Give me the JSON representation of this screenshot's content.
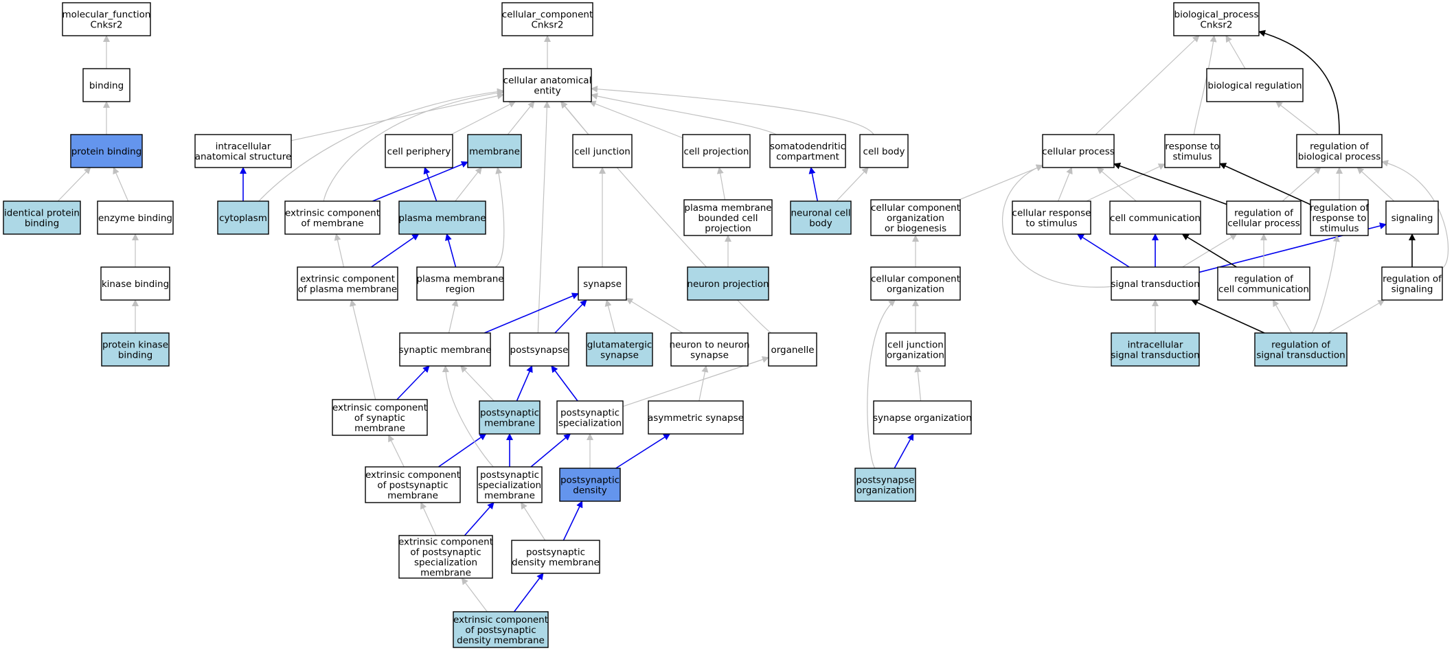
{
  "colors": {
    "white": "#ffffff",
    "light": "#add8e6",
    "dark": "#6495ed",
    "edge_gray": "#c0c0c0",
    "edge_blue": "#0000ee",
    "edge_black": "#000000"
  },
  "nodes": [
    {
      "id": "mf",
      "lines": [
        "molecular_function",
        "Cnksr2"
      ],
      "fill": "white"
    },
    {
      "id": "binding",
      "lines": [
        "binding"
      ],
      "fill": "white"
    },
    {
      "id": "protein_binding",
      "lines": [
        "protein binding"
      ],
      "fill": "dark"
    },
    {
      "id": "identical_protein_binding",
      "lines": [
        "identical protein",
        "binding"
      ],
      "fill": "light"
    },
    {
      "id": "enzyme_binding",
      "lines": [
        "enzyme binding"
      ],
      "fill": "white"
    },
    {
      "id": "kinase_binding",
      "lines": [
        "kinase binding"
      ],
      "fill": "white"
    },
    {
      "id": "protein_kinase_binding",
      "lines": [
        "protein kinase",
        "binding"
      ],
      "fill": "light"
    },
    {
      "id": "cc",
      "lines": [
        "cellular_component",
        "Cnksr2"
      ],
      "fill": "white"
    },
    {
      "id": "cae",
      "lines": [
        "cellular anatomical",
        "entity"
      ],
      "fill": "white"
    },
    {
      "id": "ias",
      "lines": [
        "intracellular",
        "anatomical structure"
      ],
      "fill": "white"
    },
    {
      "id": "cytoplasm",
      "lines": [
        "cytoplasm"
      ],
      "fill": "light"
    },
    {
      "id": "cell_periphery",
      "lines": [
        "cell periphery"
      ],
      "fill": "white"
    },
    {
      "id": "membrane",
      "lines": [
        "membrane"
      ],
      "fill": "light"
    },
    {
      "id": "cell_junction",
      "lines": [
        "cell junction"
      ],
      "fill": "white"
    },
    {
      "id": "cell_projection",
      "lines": [
        "cell projection"
      ],
      "fill": "white"
    },
    {
      "id": "somatodendritic",
      "lines": [
        "somatodendritic",
        "compartment"
      ],
      "fill": "white"
    },
    {
      "id": "cell_body",
      "lines": [
        "cell body"
      ],
      "fill": "white"
    },
    {
      "id": "ext_membrane",
      "lines": [
        "extrinsic component",
        "of membrane"
      ],
      "fill": "white"
    },
    {
      "id": "plasma_membrane",
      "lines": [
        "plasma membrane"
      ],
      "fill": "light"
    },
    {
      "id": "pm_bounded",
      "lines": [
        "plasma membrane",
        "bounded cell",
        "projection"
      ],
      "fill": "white"
    },
    {
      "id": "neuronal_cell_body",
      "lines": [
        "neuronal cell",
        "body"
      ],
      "fill": "light"
    },
    {
      "id": "ext_plasma_membrane",
      "lines": [
        "extrinsic component",
        "of plasma membrane"
      ],
      "fill": "white"
    },
    {
      "id": "pm_region",
      "lines": [
        "plasma membrane",
        "region"
      ],
      "fill": "white"
    },
    {
      "id": "synapse",
      "lines": [
        "synapse"
      ],
      "fill": "white"
    },
    {
      "id": "neuron_projection",
      "lines": [
        "neuron projection"
      ],
      "fill": "light"
    },
    {
      "id": "synaptic_membrane",
      "lines": [
        "synaptic membrane"
      ],
      "fill": "white"
    },
    {
      "id": "postsynapse",
      "lines": [
        "postsynapse"
      ],
      "fill": "white"
    },
    {
      "id": "glutamatergic",
      "lines": [
        "glutamatergic",
        "synapse"
      ],
      "fill": "light"
    },
    {
      "id": "n2n_synapse",
      "lines": [
        "neuron to neuron",
        "synapse"
      ],
      "fill": "white"
    },
    {
      "id": "organelle",
      "lines": [
        "organelle"
      ],
      "fill": "white"
    },
    {
      "id": "ext_synaptic",
      "lines": [
        "extrinsic component",
        "of synaptic",
        "membrane"
      ],
      "fill": "white"
    },
    {
      "id": "postsyn_membrane",
      "lines": [
        "postsynaptic",
        "membrane"
      ],
      "fill": "light"
    },
    {
      "id": "postsyn_spec",
      "lines": [
        "postsynaptic",
        "specialization"
      ],
      "fill": "white"
    },
    {
      "id": "asym_synapse",
      "lines": [
        "asymmetric synapse"
      ],
      "fill": "white"
    },
    {
      "id": "ext_postsyn_membrane",
      "lines": [
        "extrinsic component",
        "of postsynaptic",
        "membrane"
      ],
      "fill": "white"
    },
    {
      "id": "psm",
      "lines": [
        "postsynaptic",
        "specialization",
        "membrane"
      ],
      "fill": "white"
    },
    {
      "id": "psd",
      "lines": [
        "postsynaptic",
        "density"
      ],
      "fill": "dark"
    },
    {
      "id": "ext_psm",
      "lines": [
        "extrinsic component",
        "of postsynaptic",
        "specialization",
        "membrane"
      ],
      "fill": "white"
    },
    {
      "id": "psd_membrane",
      "lines": [
        "postsynaptic",
        "density membrane"
      ],
      "fill": "white"
    },
    {
      "id": "ext_psd_membrane",
      "lines": [
        "extrinsic component",
        "of postsynaptic",
        "density membrane"
      ],
      "fill": "light"
    },
    {
      "id": "ccob",
      "lines": [
        "cellular component",
        "organization",
        "or biogenesis"
      ],
      "fill": "white"
    },
    {
      "id": "cco",
      "lines": [
        "cellular component",
        "organization"
      ],
      "fill": "white"
    },
    {
      "id": "cjo",
      "lines": [
        "cell junction",
        "organization"
      ],
      "fill": "white"
    },
    {
      "id": "synapse_org",
      "lines": [
        "synapse organization"
      ],
      "fill": "white"
    },
    {
      "id": "postsynapse_org",
      "lines": [
        "postsynapse",
        "organization"
      ],
      "fill": "light"
    },
    {
      "id": "bp",
      "lines": [
        "biological_process",
        "Cnksr2"
      ],
      "fill": "white"
    },
    {
      "id": "bio_reg",
      "lines": [
        "biological regulation"
      ],
      "fill": "white"
    },
    {
      "id": "cellular_process",
      "lines": [
        "cellular process"
      ],
      "fill": "white"
    },
    {
      "id": "response_stim",
      "lines": [
        "response to",
        "stimulus"
      ],
      "fill": "white"
    },
    {
      "id": "reg_bp",
      "lines": [
        "regulation of",
        "biological process"
      ],
      "fill": "white"
    },
    {
      "id": "cell_resp_stim",
      "lines": [
        "cellular response",
        "to stimulus"
      ],
      "fill": "white"
    },
    {
      "id": "cell_comm",
      "lines": [
        "cell communication"
      ],
      "fill": "white"
    },
    {
      "id": "reg_cp",
      "lines": [
        "regulation of",
        "cellular process"
      ],
      "fill": "white"
    },
    {
      "id": "reg_resp_stim",
      "lines": [
        "regulation of",
        "response to",
        "stimulus"
      ],
      "fill": "white"
    },
    {
      "id": "signaling",
      "lines": [
        "signaling"
      ],
      "fill": "white"
    },
    {
      "id": "signal_trans",
      "lines": [
        "signal transduction"
      ],
      "fill": "white"
    },
    {
      "id": "reg_cell_comm",
      "lines": [
        "regulation of",
        "cell communication"
      ],
      "fill": "white"
    },
    {
      "id": "reg_signaling",
      "lines": [
        "regulation of",
        "signaling"
      ],
      "fill": "white"
    },
    {
      "id": "intra_signal",
      "lines": [
        "intracellular",
        "signal transduction"
      ],
      "fill": "light"
    },
    {
      "id": "reg_signal_trans",
      "lines": [
        "regulation of",
        "signal transduction"
      ],
      "fill": "light"
    }
  ],
  "edges": [
    {
      "from": "binding",
      "to": "mf",
      "type": "gray"
    },
    {
      "from": "protein_binding",
      "to": "binding",
      "type": "gray"
    },
    {
      "from": "identical_protein_binding",
      "to": "protein_binding",
      "type": "gray"
    },
    {
      "from": "enzyme_binding",
      "to": "protein_binding",
      "type": "gray"
    },
    {
      "from": "kinase_binding",
      "to": "enzyme_binding",
      "type": "gray"
    },
    {
      "from": "protein_kinase_binding",
      "to": "kinase_binding",
      "type": "gray"
    },
    {
      "from": "cae",
      "to": "cc",
      "type": "gray"
    },
    {
      "from": "ias",
      "to": "cae",
      "type": "gray"
    },
    {
      "from": "cytoplasm",
      "to": "cae",
      "type": "gray"
    },
    {
      "from": "cell_periphery",
      "to": "cae",
      "type": "gray"
    },
    {
      "from": "membrane",
      "to": "cae",
      "type": "gray"
    },
    {
      "from": "cell_junction",
      "to": "cae",
      "type": "gray"
    },
    {
      "from": "cell_projection",
      "to": "cae",
      "type": "gray"
    },
    {
      "from": "somatodendritic",
      "to": "cae",
      "type": "gray"
    },
    {
      "from": "cell_body",
      "to": "cae",
      "type": "gray"
    },
    {
      "from": "ext_membrane",
      "to": "cae",
      "type": "gray"
    },
    {
      "from": "postsynapse",
      "to": "cae",
      "type": "gray"
    },
    {
      "from": "organelle",
      "to": "cae",
      "type": "gray"
    },
    {
      "from": "cytoplasm",
      "to": "ias",
      "type": "blue"
    },
    {
      "from": "plasma_membrane",
      "to": "cell_periphery",
      "type": "blue"
    },
    {
      "from": "ext_membrane",
      "to": "membrane",
      "type": "blue"
    },
    {
      "from": "plasma_membrane",
      "to": "membrane",
      "type": "gray"
    },
    {
      "from": "pm_region",
      "to": "membrane",
      "type": "gray"
    },
    {
      "from": "synapse",
      "to": "cell_junction",
      "type": "gray"
    },
    {
      "from": "pm_bounded",
      "to": "cell_projection",
      "type": "gray"
    },
    {
      "from": "neuronal_cell_body",
      "to": "somatodendritic",
      "type": "blue"
    },
    {
      "from": "neuronal_cell_body",
      "to": "cell_body",
      "type": "gray"
    },
    {
      "from": "ext_plasma_membrane",
      "to": "ext_membrane",
      "type": "gray"
    },
    {
      "from": "ext_plasma_membrane",
      "to": "plasma_membrane",
      "type": "blue"
    },
    {
      "from": "pm_region",
      "to": "plasma_membrane",
      "type": "blue"
    },
    {
      "from": "neuron_projection",
      "to": "pm_bounded",
      "type": "gray"
    },
    {
      "from": "synaptic_membrane",
      "to": "pm_region",
      "type": "gray"
    },
    {
      "from": "synaptic_membrane",
      "to": "synapse",
      "type": "blue"
    },
    {
      "from": "postsynapse",
      "to": "synapse",
      "type": "blue"
    },
    {
      "from": "glutamatergic",
      "to": "synapse",
      "type": "gray"
    },
    {
      "from": "n2n_synapse",
      "to": "synapse",
      "type": "gray"
    },
    {
      "from": "ext_synaptic",
      "to": "ext_plasma_membrane",
      "type": "gray"
    },
    {
      "from": "ext_synaptic",
      "to": "synaptic_membrane",
      "type": "blue"
    },
    {
      "from": "postsyn_membrane",
      "to": "synaptic_membrane",
      "type": "gray"
    },
    {
      "from": "postsyn_membrane",
      "to": "postsynapse",
      "type": "blue"
    },
    {
      "from": "postsyn_spec",
      "to": "postsynapse",
      "type": "blue"
    },
    {
      "from": "postsyn_spec",
      "to": "organelle",
      "type": "gray"
    },
    {
      "from": "asym_synapse",
      "to": "n2n_synapse",
      "type": "gray"
    },
    {
      "from": "ext_postsyn_membrane",
      "to": "ext_synaptic",
      "type": "gray"
    },
    {
      "from": "ext_postsyn_membrane",
      "to": "postsyn_membrane",
      "type": "blue"
    },
    {
      "from": "psm",
      "to": "postsyn_membrane",
      "type": "blue"
    },
    {
      "from": "psm",
      "to": "postsyn_spec",
      "type": "blue"
    },
    {
      "from": "psm",
      "to": "synaptic_membrane",
      "type": "gray"
    },
    {
      "from": "psd",
      "to": "postsyn_spec",
      "type": "gray"
    },
    {
      "from": "psd",
      "to": "asym_synapse",
      "type": "blue"
    },
    {
      "from": "ext_psm",
      "to": "ext_postsyn_membrane",
      "type": "gray"
    },
    {
      "from": "ext_psm",
      "to": "psm",
      "type": "blue"
    },
    {
      "from": "psd_membrane",
      "to": "psm",
      "type": "gray"
    },
    {
      "from": "psd_membrane",
      "to": "psd",
      "type": "blue"
    },
    {
      "from": "ext_psd_membrane",
      "to": "ext_psm",
      "type": "gray"
    },
    {
      "from": "ext_psd_membrane",
      "to": "psd_membrane",
      "type": "blue"
    },
    {
      "from": "ccob",
      "to": "cellular_process",
      "type": "gray"
    },
    {
      "from": "cco",
      "to": "ccob",
      "type": "gray"
    },
    {
      "from": "cjo",
      "to": "cco",
      "type": "gray"
    },
    {
      "from": "synapse_org",
      "to": "cjo",
      "type": "gray"
    },
    {
      "from": "postsynapse_org",
      "to": "synapse_org",
      "type": "blue"
    },
    {
      "from": "postsynapse_org",
      "to": "cco",
      "type": "gray"
    },
    {
      "from": "bio_reg",
      "to": "bp",
      "type": "gray"
    },
    {
      "from": "cellular_process",
      "to": "bp",
      "type": "gray"
    },
    {
      "from": "response_stim",
      "to": "bp",
      "type": "gray"
    },
    {
      "from": "reg_bp",
      "to": "bp",
      "type": "black"
    },
    {
      "from": "reg_bp",
      "to": "bio_reg",
      "type": "gray"
    },
    {
      "from": "cell_resp_stim",
      "to": "cellular_process",
      "type": "gray"
    },
    {
      "from": "cell_resp_stim",
      "to": "response_stim",
      "type": "gray"
    },
    {
      "from": "cell_comm",
      "to": "cellular_process",
      "type": "gray"
    },
    {
      "from": "reg_cp",
      "to": "cellular_process",
      "type": "black"
    },
    {
      "from": "reg_cp",
      "to": "reg_bp",
      "type": "gray"
    },
    {
      "from": "reg_resp_stim",
      "to": "response_stim",
      "type": "black"
    },
    {
      "from": "reg_resp_stim",
      "to": "reg_bp",
      "type": "gray"
    },
    {
      "from": "signaling",
      "to": "reg_bp",
      "type": "gray"
    },
    {
      "from": "signal_trans",
      "to": "cell_resp_stim",
      "type": "blue"
    },
    {
      "from": "signal_trans",
      "to": "cell_comm",
      "type": "blue"
    },
    {
      "from": "signal_trans",
      "to": "signaling",
      "type": "blue"
    },
    {
      "from": "signal_trans",
      "to": "reg_cp",
      "type": "gray"
    },
    {
      "from": "signal_trans",
      "to": "cellular_process",
      "type": "gray"
    },
    {
      "from": "reg_cell_comm",
      "to": "cell_comm",
      "type": "black"
    },
    {
      "from": "reg_cell_comm",
      "to": "reg_cp",
      "type": "gray"
    },
    {
      "from": "reg_signaling",
      "to": "signaling",
      "type": "black"
    },
    {
      "from": "reg_signaling",
      "to": "reg_bp",
      "type": "gray"
    },
    {
      "from": "intra_signal",
      "to": "signal_trans",
      "type": "gray"
    },
    {
      "from": "reg_signal_trans",
      "to": "signal_trans",
      "type": "black"
    },
    {
      "from": "reg_signal_trans",
      "to": "reg_cell_comm",
      "type": "gray"
    },
    {
      "from": "reg_signal_trans",
      "to": "reg_signaling",
      "type": "gray"
    },
    {
      "from": "reg_signal_trans",
      "to": "reg_resp_stim",
      "type": "gray"
    }
  ]
}
